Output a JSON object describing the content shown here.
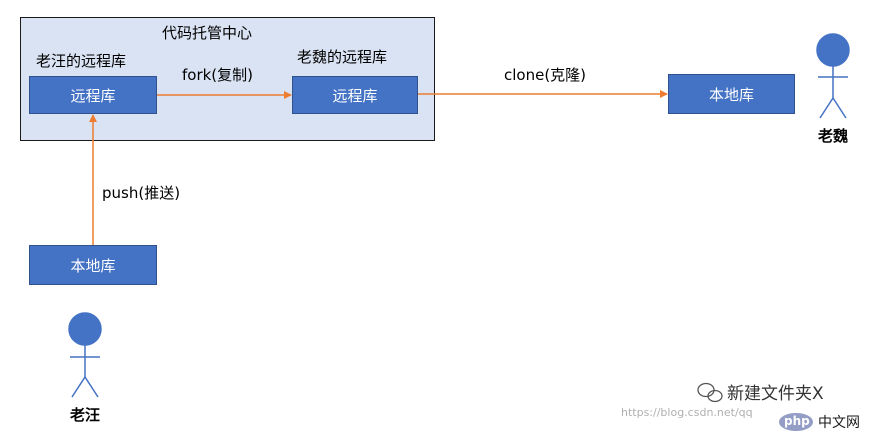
{
  "hub": {
    "title": "代码托管中心"
  },
  "repos": {
    "laowang_remote_title": "老汪的远程库",
    "laowang_remote_box": "远程库",
    "laowei_remote_title": "老魏的远程库",
    "laowei_remote_box": "远程库",
    "laowang_local_box": "本地库",
    "laowei_local_box": "本地库"
  },
  "edges": {
    "fork": "fork(复制)",
    "clone": "clone(克隆)",
    "push": "push(推送)"
  },
  "people": {
    "laowei": "老魏",
    "laowang": "老汪"
  },
  "watermark": {
    "account": "新建文件夹X",
    "url": "https://blog.csdn.net/qq",
    "brand_php": "php",
    "brand_cn": "中文网"
  },
  "colors": {
    "box_fill": "#4472c4",
    "hub_fill": "#dae3f3",
    "arrow": "#ed7d31",
    "person": "#4472c4"
  }
}
